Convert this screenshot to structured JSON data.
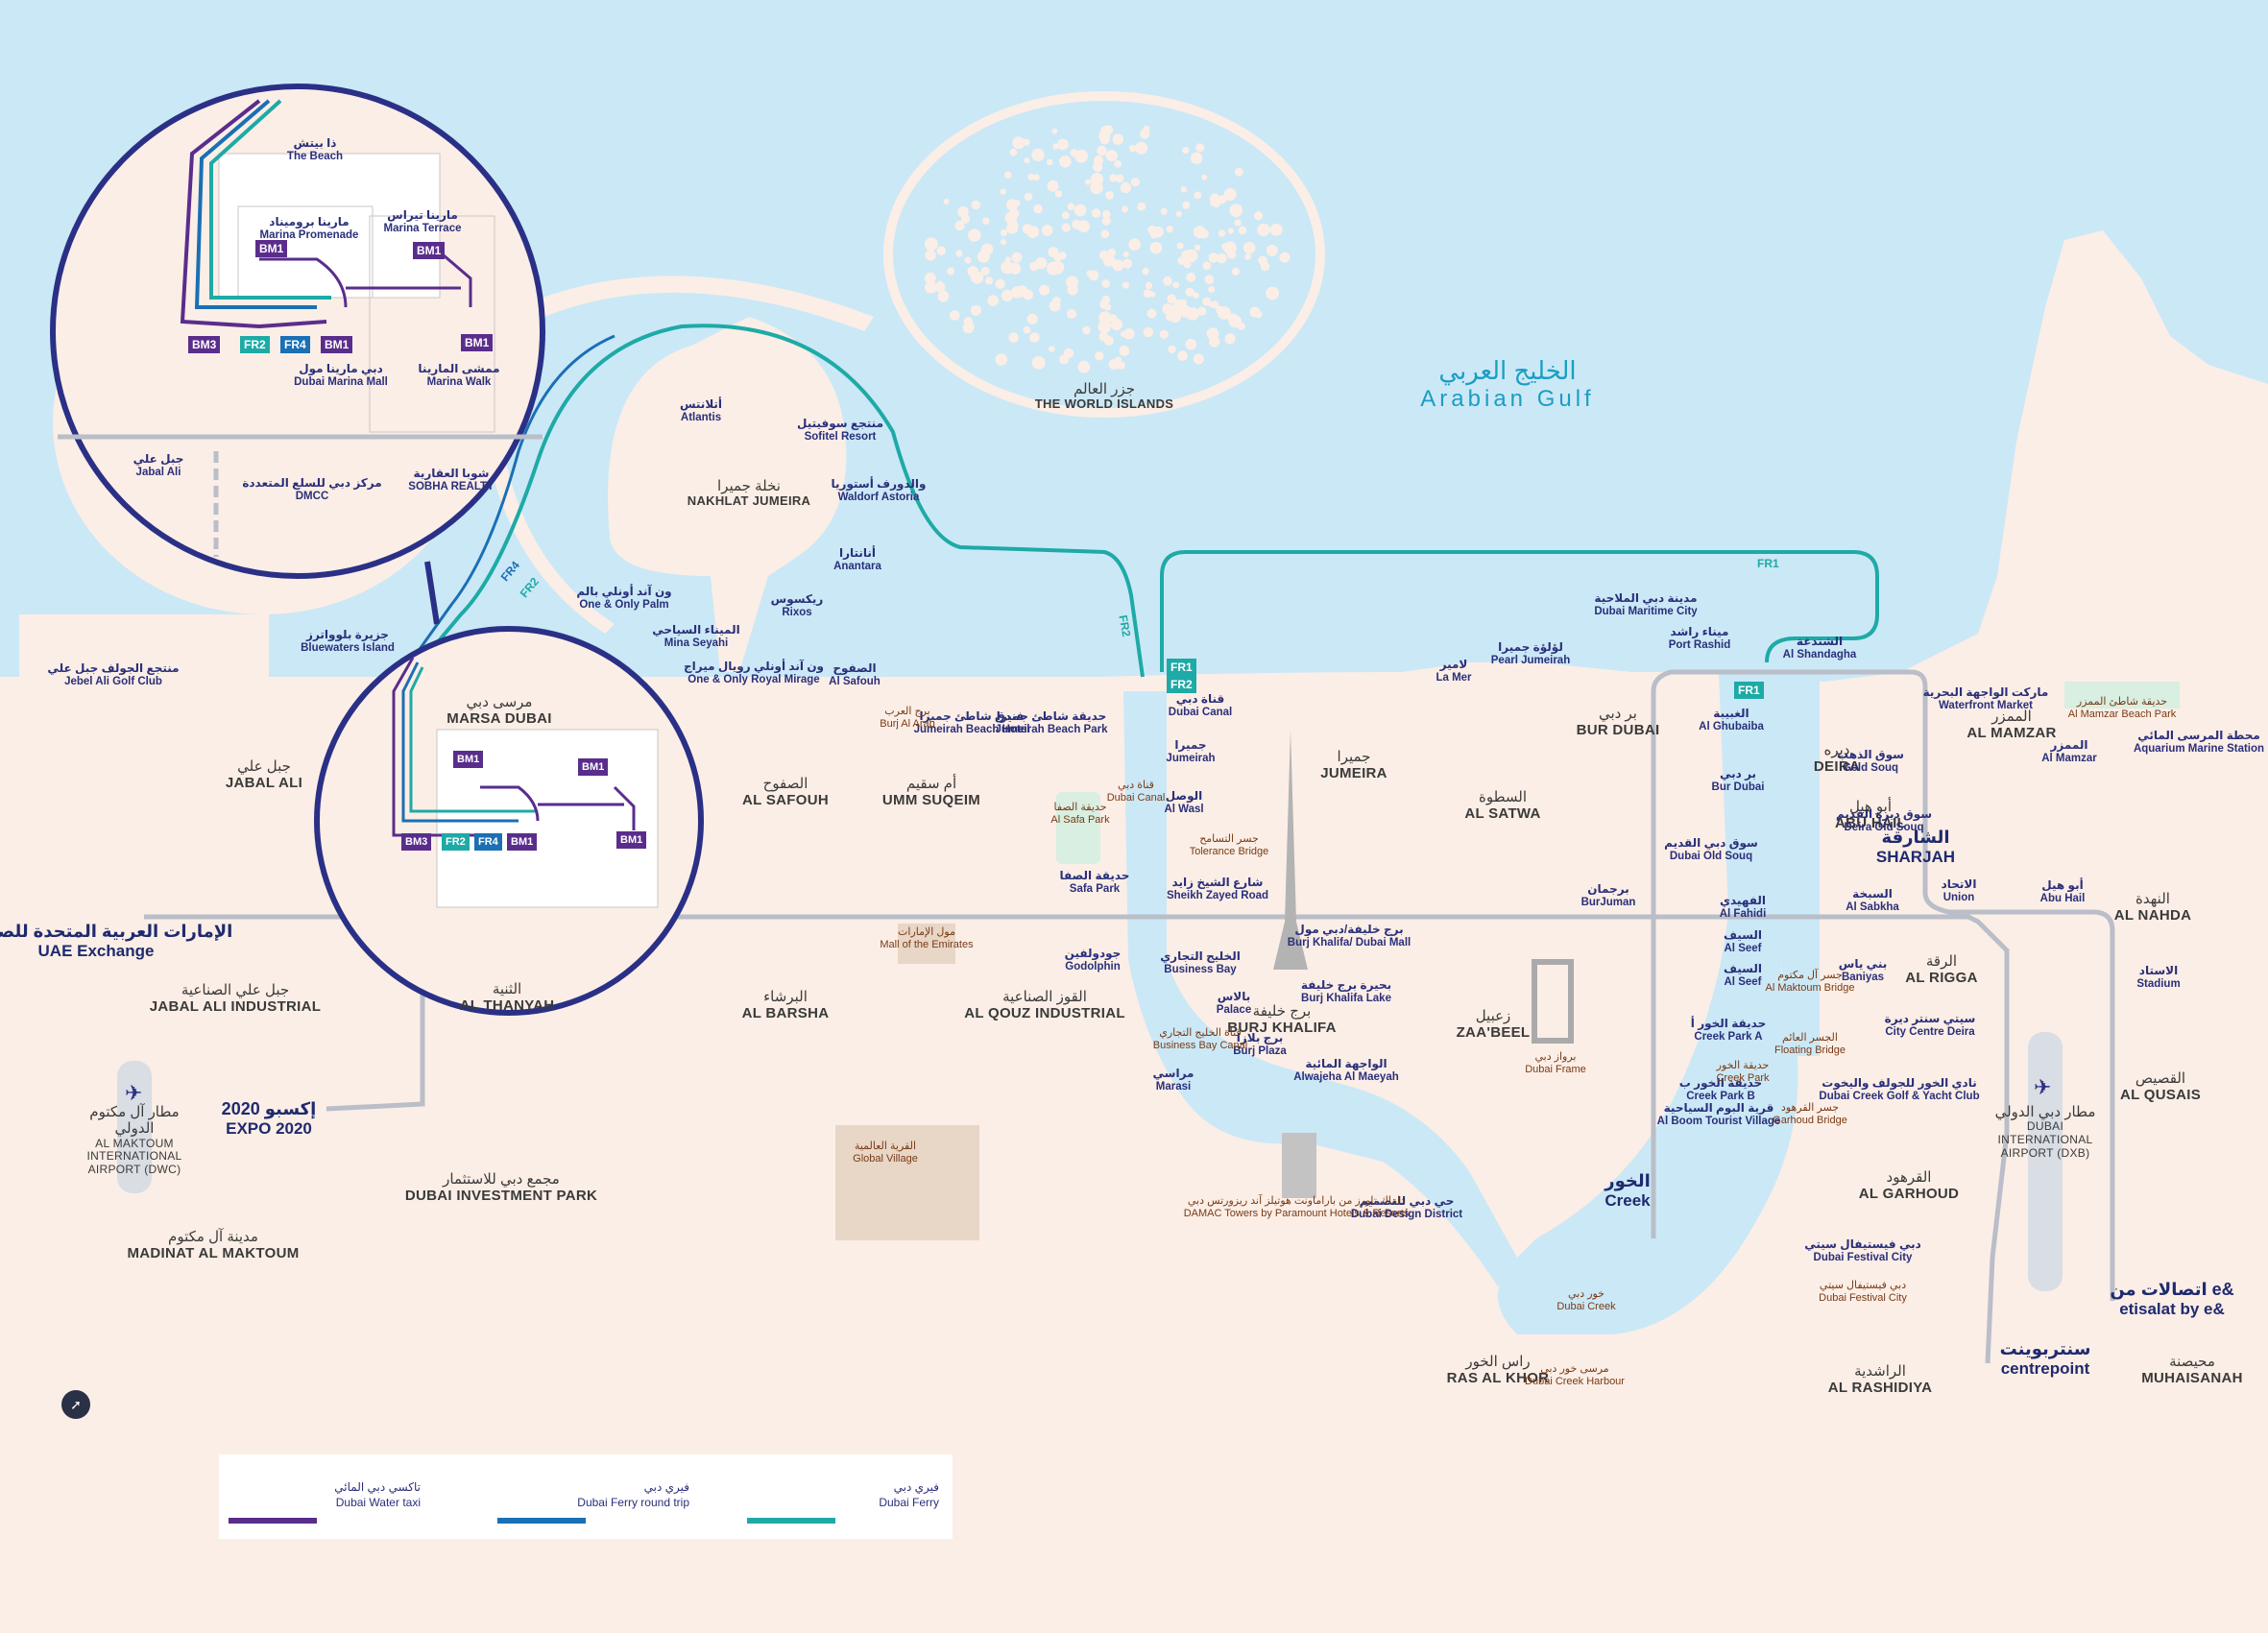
{
  "gulf": {
    "ar": "الخليج العربي",
    "en": "Arabian Gulf"
  },
  "world_islands": {
    "ar": "جزر العالم",
    "en": "THE WORLD ISLANDS"
  },
  "palm": {
    "ar": "نخلة جميرا",
    "en": "NAKHLAT JUMEIRA"
  },
  "areas": [
    {
      "id": "jabal-ali",
      "ar": "جبل علي",
      "en": "JABAL ALI"
    },
    {
      "id": "al-safouh",
      "ar": "الصفوح",
      "en": "AL SAFOUH"
    },
    {
      "id": "umm-suqeim",
      "ar": "أم سقيم",
      "en": "UMM SUQEIM"
    },
    {
      "id": "jumeira",
      "ar": "جميرا",
      "en": "JUMEIRA"
    },
    {
      "id": "al-satwa",
      "ar": "السطوة",
      "en": "AL SATWA"
    },
    {
      "id": "bur-dubai",
      "ar": "بر دبي",
      "en": "BUR DUBAI"
    },
    {
      "id": "deira",
      "ar": "ديره",
      "en": "DEIRA"
    },
    {
      "id": "al-mamzar",
      "ar": "الممزر",
      "en": "AL MAMZAR"
    },
    {
      "id": "abu-hail",
      "ar": "أبو هيل",
      "en": "ABU HAIL"
    },
    {
      "id": "al-nahda",
      "ar": "النهدة",
      "en": "AL NAHDA"
    },
    {
      "id": "al-rigga",
      "ar": "الرقة",
      "en": "AL RIGGA"
    },
    {
      "id": "al-qusais",
      "ar": "القصيص",
      "en": "AL QUSAIS"
    },
    {
      "id": "al-garhoud",
      "ar": "القرهود",
      "en": "AL GARHOUD"
    },
    {
      "id": "zaabeel",
      "ar": "زعبيل",
      "en": "ZAA'BEEL"
    },
    {
      "id": "burj-khalifa",
      "ar": "برج خليفة",
      "en": "BURJ KHALIFA"
    },
    {
      "id": "al-barsha",
      "ar": "البرشاء",
      "en": "AL BARSHA"
    },
    {
      "id": "al-qouz",
      "ar": "القوز الصناعية",
      "en": "AL QOUZ INDUSTRIAL"
    },
    {
      "id": "jabal-ali-ind",
      "ar": "جبل علي الصناعية",
      "en": "JABAL ALI INDUSTRIAL"
    },
    {
      "id": "al-thanyah",
      "ar": "الثنية",
      "en": "AL THANYAH"
    },
    {
      "id": "dip",
      "ar": "مجمع دبي للاستثمار",
      "en": "DUBAI INVESTMENT PARK"
    },
    {
      "id": "madinat",
      "ar": "مدينة آل مكتوم",
      "en": "MADINAT AL MAKTOUM"
    },
    {
      "id": "ras-al-khor",
      "ar": "راس الخور",
      "en": "RAS AL KHOR"
    },
    {
      "id": "al-rashidiya",
      "ar": "الراشدية",
      "en": "AL RASHIDIYA"
    },
    {
      "id": "muhaisanah",
      "ar": "محيصنة",
      "en": "MUHAISANAH"
    },
    {
      "id": "marsa-dubai",
      "ar": "مرسى دبي",
      "en": "MARSA DUBAI"
    }
  ],
  "big_labels": {
    "sharjah": {
      "ar": "الشارقة",
      "en": "SHARJAH"
    },
    "uae_exchange": {
      "ar": "الإمارات العربية المتحدة للصرافة",
      "en": "UAE Exchange"
    },
    "expo": {
      "ar": "إكسبو 2020",
      "en": "EXPO 2020"
    },
    "creek": {
      "ar": "الخور",
      "en": "Creek"
    },
    "centrepoint": {
      "ar": "سنتربوينت",
      "en": "centrepoint"
    },
    "etisalat": {
      "ar": "اتصالات من e&",
      "en": "etisalat by e&"
    }
  },
  "airports": {
    "dwc": {
      "ar": "مطار آل مكتوم الدولي",
      "en": "AL MAKTOUM INTERNATIONAL AIRPORT (DWC)"
    },
    "dxb": {
      "ar": "مطار دبي الدولي",
      "en": "DUBAI INTERNATIONAL AIRPORT (DXB)"
    }
  },
  "stations": [
    {
      "id": "atlantis",
      "ar": "أتلانتس",
      "en": "Atlantis"
    },
    {
      "id": "sofitel",
      "ar": "منتجع سوفيتيل",
      "en": "Sofitel Resort"
    },
    {
      "id": "waldorf",
      "ar": "والدورف أستوريا",
      "en": "Waldorf Astoria"
    },
    {
      "id": "anantara",
      "ar": "أنانتارا",
      "en": "Anantara"
    },
    {
      "id": "rixos",
      "ar": "ريكسوس",
      "en": "Rixos"
    },
    {
      "id": "one-only-palm",
      "ar": "ون آند أونلي بالم",
      "en": "One & Only Palm"
    },
    {
      "id": "mina-seyahi",
      "ar": "الميناء السياحي",
      "en": "Mina Seyahi"
    },
    {
      "id": "royal-mirage",
      "ar": "ون آند أونلي رويال ميراج",
      "en": "One & Only Royal Mirage"
    },
    {
      "id": "al-safouh-stn",
      "ar": "الصفوح",
      "en": "Al Safouh"
    },
    {
      "id": "jumeirah-beach-hotel",
      "ar": "فندق شاطئ جميرا",
      "en": "Jumeirah Beach Hotel"
    },
    {
      "id": "jumeirah-beach-park",
      "ar": "حديقة شاطئ جميرا",
      "en": "Jumeirah Beach Park"
    },
    {
      "id": "bluewaters",
      "ar": "جزيرة بلوواترز",
      "en": "Bluewaters Island"
    },
    {
      "id": "jebel-ali-golf",
      "ar": "منتجع الجولف جبل علي",
      "en": "Jebel Ali Golf Club"
    },
    {
      "id": "dubai-canal",
      "ar": "قناة دبي",
      "en": "Dubai Canal"
    },
    {
      "id": "jumeirah-stn",
      "ar": "جميرا",
      "en": "Jumeirah"
    },
    {
      "id": "al-wasl",
      "ar": "الوصل",
      "en": "Al Wasl"
    },
    {
      "id": "szr",
      "ar": "شارع الشيخ زايد",
      "en": "Sheikh Zayed Road"
    },
    {
      "id": "safa-park",
      "ar": "حديقة الصفا",
      "en": "Safa Park"
    },
    {
      "id": "business-bay",
      "ar": "الخليج التجاري",
      "en": "Business Bay"
    },
    {
      "id": "marasi",
      "ar": "مراسي",
      "en": "Marasi"
    },
    {
      "id": "bay-palace",
      "ar": "بالاس",
      "en": "Palace"
    },
    {
      "id": "burj-plaza",
      "ar": "برج بلازا",
      "en": "Burj Plaza"
    },
    {
      "id": "al-maeyah",
      "ar": "الواجهة المائية",
      "en": "Alwajeha Al Maeyah"
    },
    {
      "id": "burj-khalifa-lake",
      "ar": "بحيرة برج خليفة",
      "en": "Burj Khalifa Lake"
    },
    {
      "id": "design-district",
      "ar": "حي دبي للتصميم",
      "en": "Dubai Design District"
    },
    {
      "id": "la-mer",
      "ar": "لامير",
      "en": "La Mer"
    },
    {
      "id": "pearl-jumeirah",
      "ar": "لؤلؤة جميرا",
      "en": "Pearl Jumeirah"
    },
    {
      "id": "maritime-city",
      "ar": "مدينة دبي الملاحية",
      "en": "Dubai Maritime City"
    },
    {
      "id": "port-rashid",
      "ar": "ميناء راشد",
      "en": "Port Rashid"
    },
    {
      "id": "al-shandagha",
      "ar": "الشندغة",
      "en": "Al Shandagha"
    },
    {
      "id": "al-ghubaiba",
      "ar": "الغبيبة",
      "en": "Al Ghubaiba"
    },
    {
      "id": "bur-dubai-stn",
      "ar": "بر دبي",
      "en": "Bur Dubai"
    },
    {
      "id": "dubai-old-souq",
      "ar": "سوق دبي القديم",
      "en": "Dubai Old Souq"
    },
    {
      "id": "al-fahidi",
      "ar": "الفهيدي",
      "en": "Al Fahidi"
    },
    {
      "id": "al-seef-1",
      "ar": "السيف",
      "en": "Al Seef"
    },
    {
      "id": "al-seef-2",
      "ar": "السيف",
      "en": "Al Seef"
    },
    {
      "id": "creek-park-a",
      "ar": "حديقة الخور أ",
      "en": "Creek Park A"
    },
    {
      "id": "creek-park-b",
      "ar": "حديقة الخور ب",
      "en": "Creek Park B"
    },
    {
      "id": "al-boom",
      "ar": "قرية البوم السياحية",
      "en": "Al Boom Tourist Village"
    },
    {
      "id": "gold-souq",
      "ar": "سوق الذهب",
      "en": "Gold Souq"
    },
    {
      "id": "deira-old-souq",
      "ar": "سوق ديرة القديم",
      "en": "Deira Old Souq"
    },
    {
      "id": "al-sabkha",
      "ar": "السبخة",
      "en": "Al Sabkha"
    },
    {
      "id": "baniyas",
      "ar": "بني ياس",
      "en": "Baniyas"
    },
    {
      "id": "city-centre-deira",
      "ar": "سيتي سنتر ديرة",
      "en": "City Centre Deira"
    },
    {
      "id": "creek-golf",
      "ar": "نادي الخور للجولف واليخوت",
      "en": "Dubai Creek Golf & Yacht Club"
    },
    {
      "id": "festival-city",
      "ar": "دبي فيستيفال سيتي",
      "en": "Dubai Festival City"
    },
    {
      "id": "waterfront",
      "ar": "ماركت الواجهة البحرية",
      "en": "Waterfront Market"
    },
    {
      "id": "al-mamzar-stn",
      "ar": "الممزر",
      "en": "Al Mamzar"
    },
    {
      "id": "aquarium",
      "ar": "محطة المرسى المائي",
      "en": "Aquarium Marine Station"
    },
    {
      "id": "union",
      "ar": "الاتحاد",
      "en": "Union"
    },
    {
      "id": "abu-hail-stn",
      "ar": "أبو هيل",
      "en": "Abu Hail"
    },
    {
      "id": "stadium",
      "ar": "الاستاد",
      "en": "Stadium"
    },
    {
      "id": "burjuman",
      "ar": "برجمان",
      "en": "BurJuman"
    },
    {
      "id": "godolphin",
      "ar": "جودولفين",
      "en": "Godolphin"
    },
    {
      "id": "bk-dubai-mall",
      "ar": "برج خليفة/دبي مول",
      "en": "Burj Khalifa/ Dubai Mall"
    },
    {
      "id": "jabal-ali-stn",
      "ar": "جبل علي",
      "en": "Jabal Ali"
    },
    {
      "id": "dmcc",
      "ar": "مركز دبي للسلع المتعددة",
      "en": "DMCC"
    },
    {
      "id": "sobha",
      "ar": "شوبا العقارية",
      "en": "SOBHA REALTY"
    },
    {
      "id": "the-beach",
      "ar": "ذا بيتش",
      "en": "The Beach"
    },
    {
      "id": "marina-promenade",
      "ar": "مارينا بروميناد",
      "en": "Marina Promenade"
    },
    {
      "id": "marina-terrace",
      "ar": "مارينا تيراس",
      "en": "Marina Terrace"
    },
    {
      "id": "marina-mall",
      "ar": "دبي مارينا مول",
      "en": "Dubai Marina Mall"
    },
    {
      "id": "marina-walk",
      "ar": "ممشى المارينا",
      "en": "Marina Walk"
    }
  ],
  "pois": [
    {
      "id": "burj-al-arab",
      "ar": "برج العرب",
      "en": "Burj Al Arab"
    },
    {
      "id": "mall-emirates",
      "ar": "مول الإمارات",
      "en": "Mall of the Emirates"
    },
    {
      "id": "tolerance",
      "ar": "جسر التسامح",
      "en": "Tolerance Bridge"
    },
    {
      "id": "safa-park-poi",
      "ar": "حديقة الصفا",
      "en": "Al Safa Park"
    },
    {
      "id": "dubai-frame",
      "ar": "برواز دبي",
      "en": "Dubai Frame"
    },
    {
      "id": "damac",
      "ar": "داماك تاورز من باراماونت هوتيلز آند ريزورتس دبي",
      "en": "DAMAC Towers by Paramount Hotels & Resorts"
    },
    {
      "id": "global-village",
      "ar": "القرية العالمية",
      "en": "Global Village"
    },
    {
      "id": "creek-harbour",
      "ar": "مرسى خور دبي",
      "en": "Dubai Creek Harbour"
    },
    {
      "id": "festival-city-poi",
      "ar": "دبي فيستيفال سيتي",
      "en": "Dubai Festival City"
    },
    {
      "id": "dubai-creek-water",
      "ar": "خور دبي",
      "en": "Dubai Creek"
    },
    {
      "id": "maktoum-bridge",
      "ar": "جسر آل مكتوم",
      "en": "Al Maktoum Bridge"
    },
    {
      "id": "floating-bridge",
      "ar": "الجسر العائم",
      "en": "Floating Bridge"
    },
    {
      "id": "garhoud-bridge",
      "ar": "جسر القرهود",
      "en": "Garhoud Bridge"
    },
    {
      "id": "jbp-beach",
      "ar": "حديقة شاطئ الممزر",
      "en": "Al Mamzar Beach Park"
    },
    {
      "id": "dubai-canal-water",
      "ar": "قناة دبي",
      "en": "Dubai Canal"
    },
    {
      "id": "bb-canal",
      "ar": "قناة الخليج التجاري",
      "en": "Business Bay Canal"
    },
    {
      "id": "creek-park-poi",
      "ar": "حديقة الخور",
      "en": "Creek Park"
    }
  ],
  "routes": {
    "fr1": "FR1",
    "fr2": "FR2",
    "fr4": "FR4",
    "bm1": "BM1",
    "bm3": "BM3"
  },
  "legend": [
    {
      "id": "water-taxi",
      "ar": "تاكسي دبي المائي",
      "en": "Dubai Water taxi",
      "color": "#5a2d8c"
    },
    {
      "id": "ferry-round",
      "ar": "فيري دبي",
      "en": "Dubai Ferry round trip",
      "color": "#1a6fb5"
    },
    {
      "id": "ferry",
      "ar": "فيري دبي",
      "en": "Dubai Ferry",
      "color": "#1eaaa6"
    }
  ],
  "colors": {
    "sea": "#cbe8f6",
    "land": "#fbeee6",
    "metro": "#b9bec8",
    "navy": "#2a3086",
    "teal": "#1eaaa6",
    "purple": "#5a2d8c",
    "blue": "#1a6fb5"
  }
}
